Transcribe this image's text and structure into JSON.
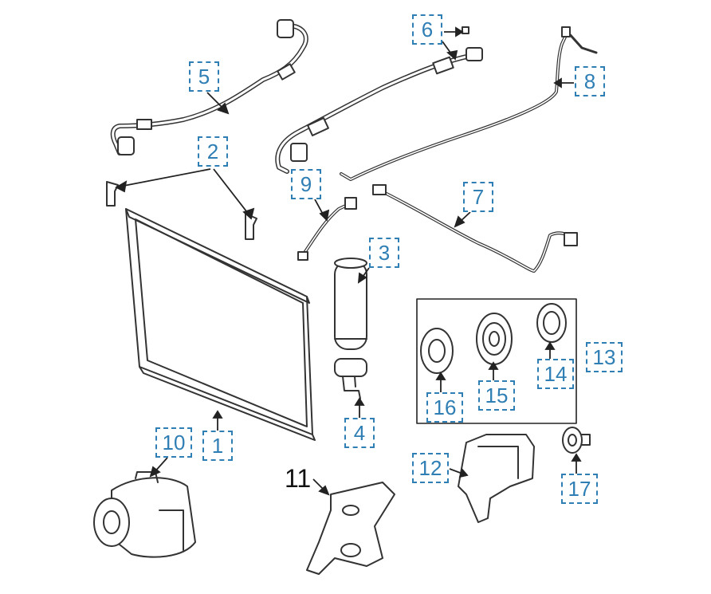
{
  "diagram": {
    "colors": {
      "callout": "#2f7fb5",
      "line": "#222222",
      "part": "#444444"
    },
    "callouts": [
      {
        "id": "c1",
        "label": "1"
      },
      {
        "id": "c2",
        "label": "2"
      },
      {
        "id": "c3",
        "label": "3"
      },
      {
        "id": "c4",
        "label": "4"
      },
      {
        "id": "c5",
        "label": "5"
      },
      {
        "id": "c6",
        "label": "6"
      },
      {
        "id": "c7",
        "label": "7"
      },
      {
        "id": "c8",
        "label": "8"
      },
      {
        "id": "c9",
        "label": "9"
      },
      {
        "id": "c10",
        "label": "10"
      },
      {
        "id": "c12",
        "label": "12"
      },
      {
        "id": "c13",
        "label": "13"
      },
      {
        "id": "c14",
        "label": "14"
      },
      {
        "id": "c15",
        "label": "15"
      },
      {
        "id": "c16",
        "label": "16"
      },
      {
        "id": "c17",
        "label": "17"
      }
    ],
    "plain_label_11": "11"
  }
}
